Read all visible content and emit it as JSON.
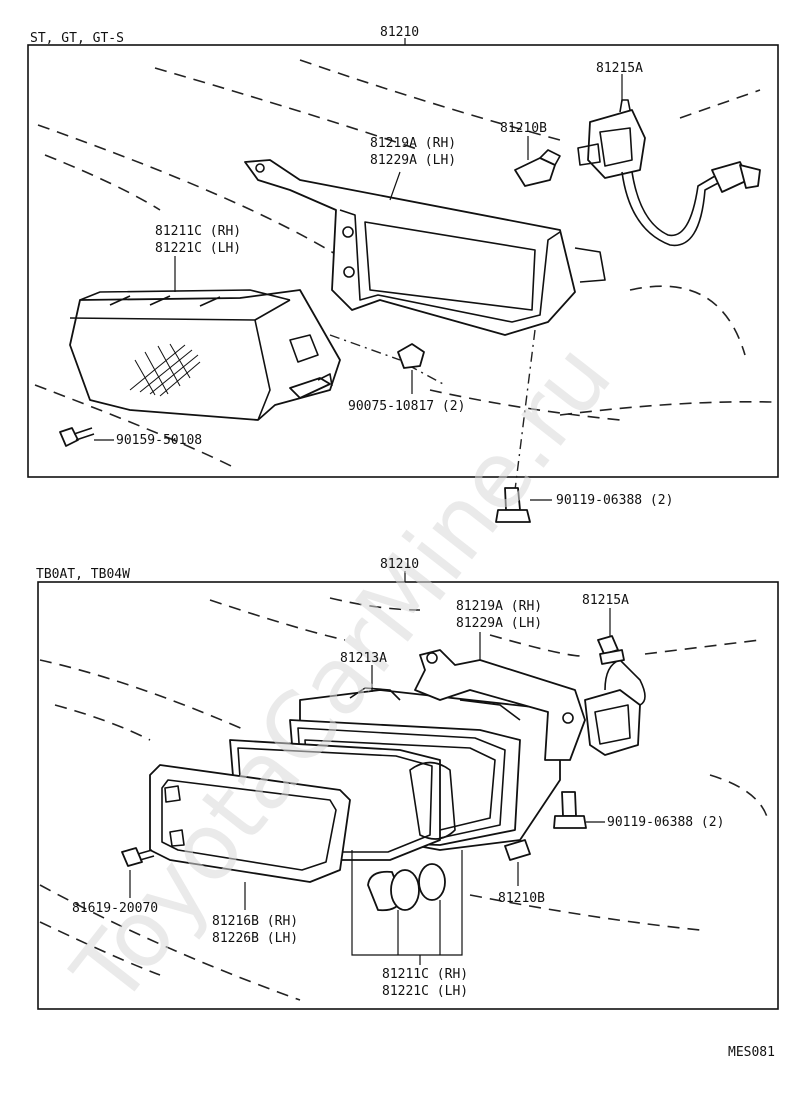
{
  "watermark": "ToyotaCarMine.ru",
  "diagram_code": "MES081",
  "top_panel": {
    "variant_label": "ST, GT, GT-S",
    "assembly_number": "81210",
    "parts": {
      "socket_wire": "81215A",
      "bulb": "81210B",
      "bracket_rh": "81219A (RH)",
      "bracket_lh": "81229A (LH)",
      "lamp_rh": "81211C (RH)",
      "lamp_lh": "81221C (LH)",
      "clip": "90075-10817 (2)",
      "screw_left": "90159-50108",
      "bolt_bottom": "90119-06388 (2)"
    }
  },
  "bottom_panel": {
    "variant_label": "TB0AT, TB04W",
    "assembly_number": "81210",
    "parts": {
      "bracket_rh": "81219A (RH)",
      "bracket_lh": "81229A (LH)",
      "socket_wire": "81215A",
      "housing": "81213A",
      "bolt": "90119-06388 (2)",
      "bulb": "81210B",
      "screw": "81619-20070",
      "bezel_rh": "81216B (RH)",
      "bezel_lh": "81226B (LH)",
      "lens_rh": "81211C (RH)",
      "lens_lh": "81221C (LH)"
    }
  }
}
